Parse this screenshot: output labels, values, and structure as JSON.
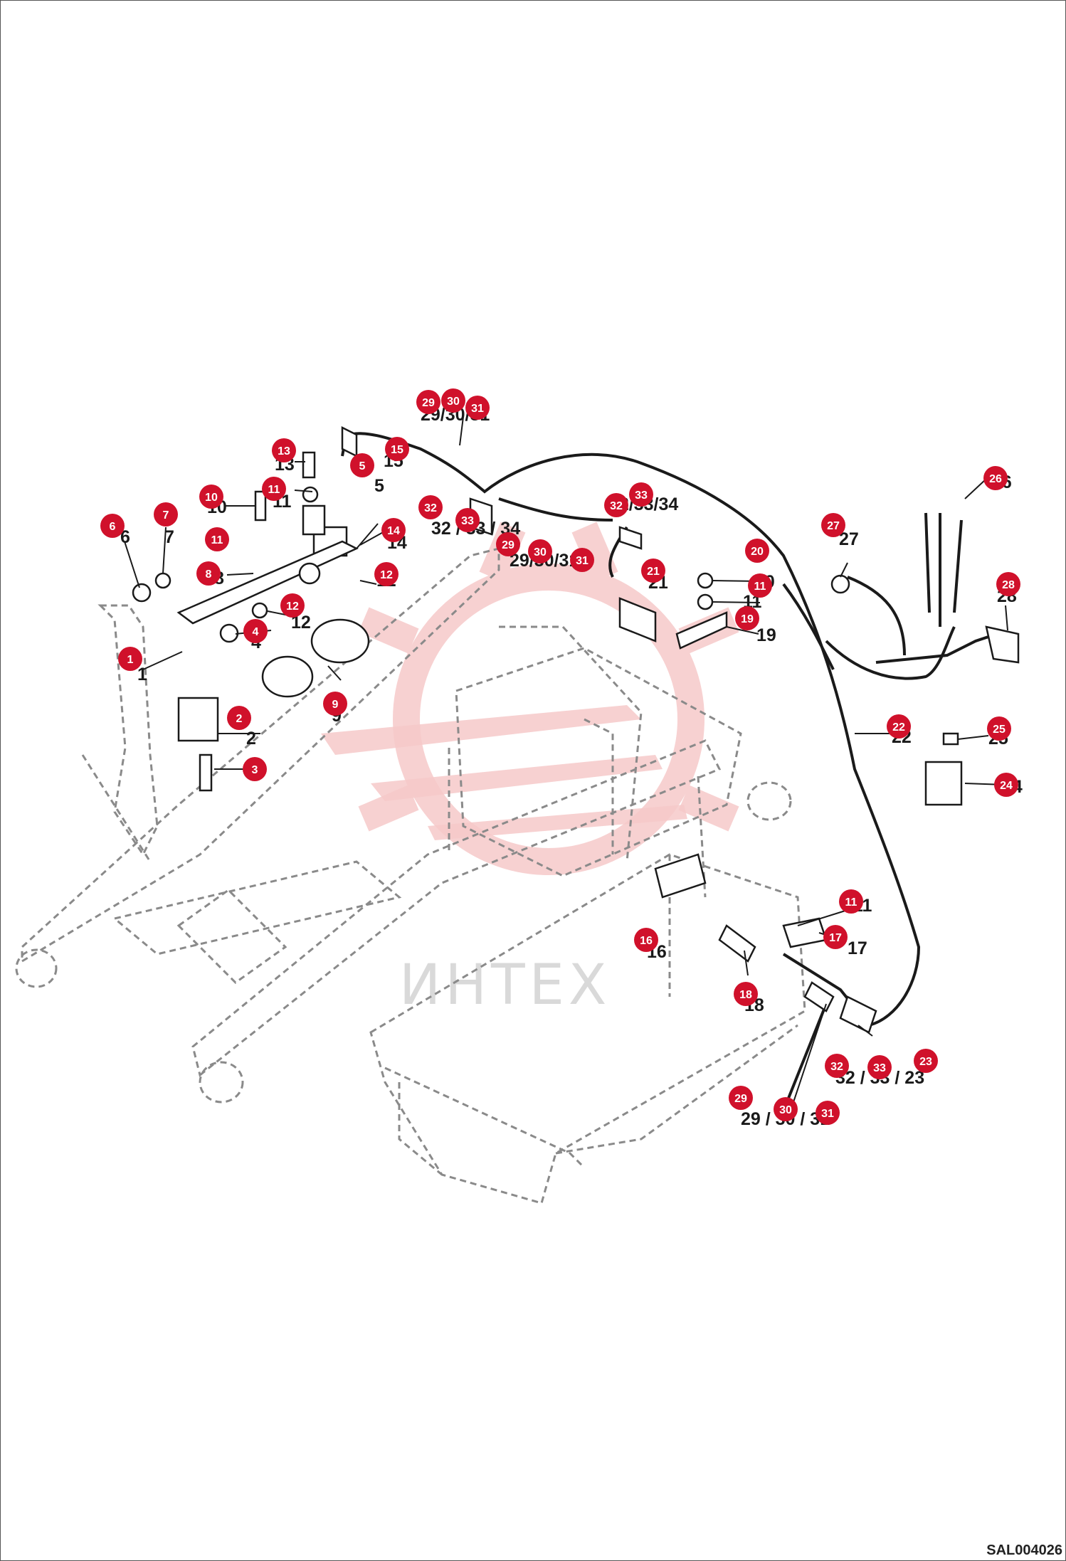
{
  "watermark": "ИНТЕХ",
  "drawing_code": "SAL004026",
  "colors": {
    "badge": "#d0112b",
    "badge_text": "#ffffff",
    "line": "#1a1a1a",
    "dashed": "#8a8a8a",
    "watermark_gear": "#f6c9c9"
  },
  "labels": {
    "l1": "1",
    "l2": "2",
    "l3": "3",
    "l4": "4",
    "l5": "5",
    "l6": "6",
    "l7": "7",
    "l8": "8",
    "l9": "9",
    "l10": "10",
    "l11a": "11",
    "l11b": "11",
    "l11c": "11",
    "l12a": "12",
    "l12b": "12",
    "l13": "13",
    "l14": "14",
    "l15": "15",
    "l16": "16",
    "l17": "17",
    "l18": "18",
    "l19": "19",
    "l20": "20",
    "l21": "21",
    "l22": "22",
    "l23": "32 / 33 / 23",
    "l24": "24",
    "l25": "25",
    "l26": "26",
    "l27": "27",
    "l28": "28",
    "l29top": "29/30/31",
    "l29mid": "29/30/31",
    "l29bot": "29 / 30 / 31",
    "l32a": "32 / 33 / 34",
    "l32b": "32/33/34"
  },
  "badges": {
    "b1": "1",
    "b2": "2",
    "b3": "3",
    "b4": "4",
    "b5": "5",
    "b6": "6",
    "b7": "7",
    "b8": "8",
    "b9": "9",
    "b10": "10",
    "b11a": "11",
    "b11b": "11",
    "b11c": "11",
    "b12a": "12",
    "b12b": "12",
    "b13": "13",
    "b14": "14",
    "b15": "15",
    "b16": "16",
    "b17": "17",
    "b18": "18",
    "b19": "19",
    "b20": "20",
    "b21": "21",
    "b22": "22",
    "b23": "23",
    "b24": "24",
    "b25": "25",
    "b26": "26",
    "b27": "27",
    "b28": "28",
    "b29a": "29",
    "b30a": "30",
    "b31a": "31",
    "b29b": "29",
    "b30b": "30",
    "b31b": "31",
    "b29c": "29",
    "b30c": "30",
    "b31c": "31",
    "b32a": "32",
    "b33a": "33",
    "b32b": "32",
    "b33b": "33",
    "b32c": "32",
    "b33c": "33"
  }
}
